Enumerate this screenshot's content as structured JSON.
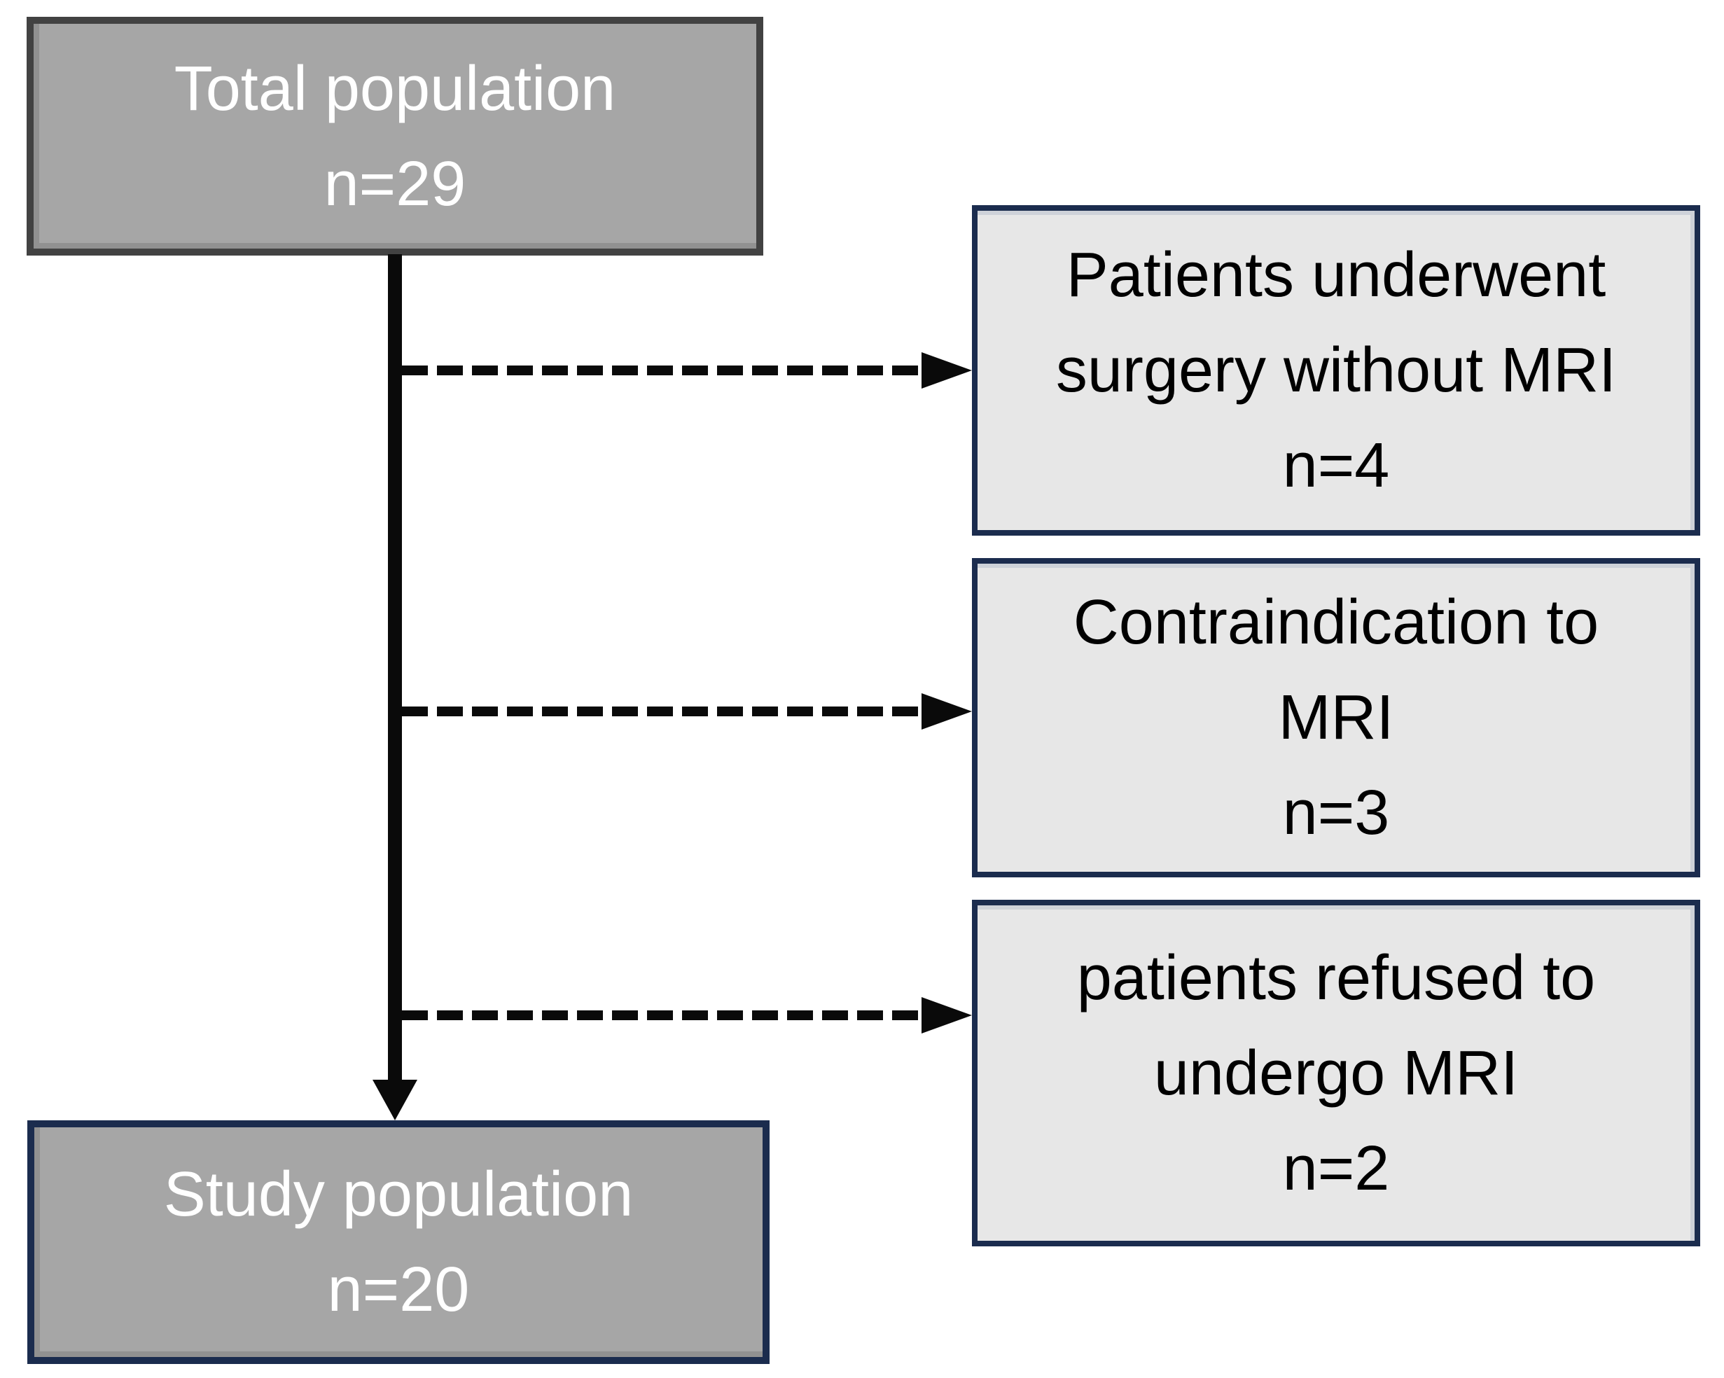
{
  "diagram": {
    "type": "study-flow-diagram",
    "nodes": {
      "total": {
        "label": "Total population",
        "count": "n=29"
      },
      "study": {
        "label": "Study population",
        "count": "n=20"
      },
      "exclusions": [
        {
          "lines": [
            "Patients underwent",
            "surgery without MRI"
          ],
          "count": "n=4"
        },
        {
          "lines": [
            "Contraindication to",
            "MRI"
          ],
          "count": "n=3"
        },
        {
          "lines": [
            "patients refused to",
            "undergo MRI"
          ],
          "count": "n=2"
        }
      ]
    },
    "connectors": {
      "main_arrow": "total-to-study-solid-down-arrow",
      "exclusion_arrows": "dashed-right-arrows-x3"
    },
    "colors": {
      "population_fill": "#a6a6a6",
      "population_top_border": "#424242",
      "navy_border": "#1b2c4e",
      "exclusion_fill": "#e7e7e7",
      "arrow_black": "#0a0a0a",
      "text_on_gray": "#ffffff",
      "text_on_light": "#000000",
      "background": "#ffffff"
    }
  }
}
